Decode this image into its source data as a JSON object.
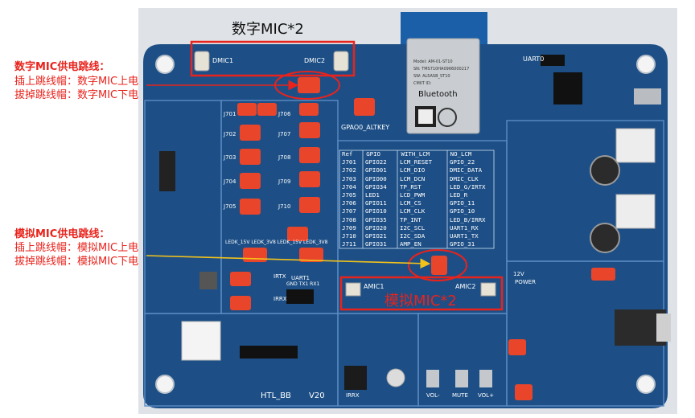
{
  "annotations": {
    "digital_title": "数字MIC供电跳线：",
    "digital_line1": "插上跳线帽：数字MIC上电",
    "digital_line2": "拔掉跳线帽：数字MIC下电",
    "analog_title": "模拟MIC供电跳线：",
    "analog_line1": "插上跳线帽：模拟MIC上电",
    "analog_line2": "拔掉跳线帽：模拟MIC下电",
    "digital_mic_callout": "数字MIC*2",
    "analog_mic_callout": "模拟MIC*2"
  },
  "board": {
    "dmic1": "DMIC1",
    "dmic2": "DMIC2",
    "amic1": "AMIC1",
    "amic2": "AMIC2",
    "uart0": "UART0",
    "gpio_altkey": "GPAO0_ALTKEY",
    "board_name": "HTL_BB",
    "version": "V20",
    "mod_l1": "Model: AM-01-ST10",
    "mod_l2": "SN: TMS710HA0966000217",
    "mod_l3": "SW: AL5ASB_ST10",
    "mod_l4": "CMIIT ID:",
    "bluetooth": "Bluetooth",
    "ledk": "LEDK_15V  LEDK_3V8  LEDK_15V  LEDK_3V8",
    "irtx": "IRTX",
    "irrx": "IRRX",
    "uart1": "UART1",
    "uart1_pins": "GND TX1 RX1",
    "power": "POWER",
    "v12": "12V",
    "vol_minus": "VOL-",
    "mute": "MUTE",
    "vol_plus": "VOL+",
    "irrx2": "IRRX",
    "jumpers": [
      "J701",
      "J702",
      "J703",
      "J704",
      "J705",
      "J706",
      "J707",
      "J708",
      "J709",
      "J710"
    ]
  },
  "table": {
    "headers": [
      "Ref",
      "GPIO",
      "WITH_LCM",
      "NO_LCM"
    ],
    "rows": [
      [
        "J701",
        "GPIO22",
        "LCM_RESET",
        "GPIO_22"
      ],
      [
        "J702",
        "GPIO01",
        "LCM_DIO",
        "DMIC_DATA"
      ],
      [
        "J703",
        "GPIO00",
        "LCM_DCN",
        "DMIC_CLK"
      ],
      [
        "J704",
        "GPIO34",
        "TP_RST",
        "LED_G/IRTX"
      ],
      [
        "J705",
        "LED1",
        "LCD_PWM",
        "LED_R"
      ],
      [
        "J706",
        "GPIO11",
        "LCM_CS",
        "GPIO_11"
      ],
      [
        "J707",
        "GPIO10",
        "LCM_CLK",
        "GPIO_10"
      ],
      [
        "J708",
        "GPIO35",
        "TP_INT",
        "LED_B/IRRX"
      ],
      [
        "J709",
        "GPIO20",
        "I2C_SCL",
        "UART1_RX"
      ],
      [
        "J710",
        "GPIO21",
        "I2C_SDA",
        "UART1_TX"
      ],
      [
        "J711",
        "GPIO31",
        "AMP_EN",
        "GPIO_31"
      ]
    ]
  },
  "colors": {
    "board": "#1d4f86",
    "board_dark": "#143a66",
    "jumper": "#e8452b",
    "annotation": "#e8231c",
    "arrow": "#f2c21b"
  }
}
